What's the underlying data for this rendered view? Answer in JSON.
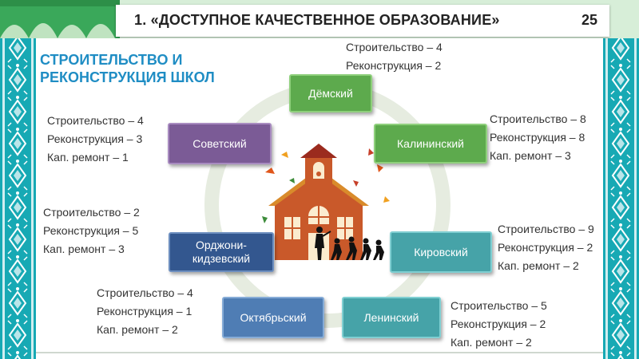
{
  "header": {
    "title": "1. «ДОСТУПНОЕ КАЧЕСТВЕННОЕ ОБРАЗОВАНИЕ»",
    "page_number": "25"
  },
  "heading": {
    "line1": "СТРОИТЕЛЬСТВО И",
    "line2": "РЕКОНСТРУКЦИЯ ШКОЛ"
  },
  "districts": {
    "demsky": {
      "name": "Дёмский",
      "stats": [
        "Строительство – 4",
        "Реконструкция – 2"
      ]
    },
    "kalininsky": {
      "name": "Калининский",
      "stats": [
        "Строительство – 8",
        "Реконструкция – 8",
        "Кап. ремонт – 3"
      ]
    },
    "kirovsky": {
      "name": "Кировский",
      "stats": [
        "Строительство – 9",
        "Реконструкция – 2",
        "Кап. ремонт – 2"
      ]
    },
    "leninsky": {
      "name": "Ленинский",
      "stats": [
        "Строительство – 5",
        "Реконструкция – 2",
        "Кап. ремонт – 2"
      ]
    },
    "oktyabrsky": {
      "name": "Октябрьский",
      "stats": [
        "Строительство – 4",
        "Реконструкция – 1",
        "Кап. ремонт – 2"
      ]
    },
    "ordzhonikidzevsky": {
      "name_line1": "Орджони-",
      "name_line2": "кидзевский",
      "stats": [
        "Строительство – 2",
        "Реконструкция – 5",
        "Кап. ремонт – 3"
      ]
    },
    "sovetsky": {
      "name": "Советский",
      "stats": [
        "Строительство – 4",
        "Реконструкция – 3",
        "Кап. ремонт – 1"
      ]
    }
  },
  "colors": {
    "border": "#17a9b4",
    "heading": "#1f8dc4",
    "green_box": "#5daa4d",
    "purple_box": "#7b5b96",
    "navy_box": "#33578f",
    "blue_box": "#4f7db4",
    "teal_box": "#46a3a8",
    "school": "#c9592a"
  },
  "icons": [
    "ornament-border",
    "school-building-illustration",
    "cycle-arrow"
  ]
}
